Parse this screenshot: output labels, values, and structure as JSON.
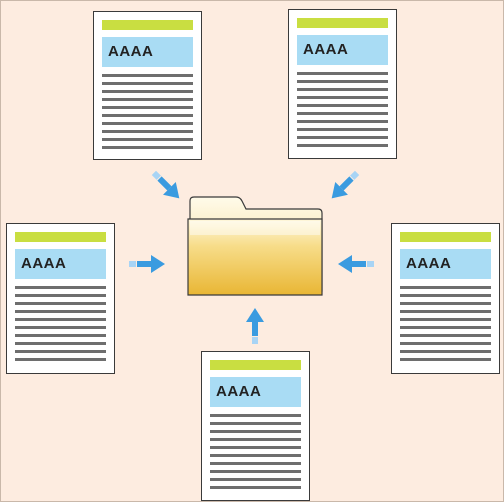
{
  "diagram": {
    "documents": [
      {
        "id": "top-left",
        "title": "AAAA"
      },
      {
        "id": "top-right",
        "title": "AAAA"
      },
      {
        "id": "left",
        "title": "AAAA"
      },
      {
        "id": "right",
        "title": "AAAA"
      },
      {
        "id": "bottom",
        "title": "AAAA"
      }
    ],
    "folder_icon": "folder-icon",
    "arrow_icon": "arrow-icon",
    "colors": {
      "background": "#fdece0",
      "accent_bar": "#c9de41",
      "title_band": "#a9dcf4",
      "arrow": "#3a9be0",
      "folder": "#f2cc5b"
    }
  }
}
